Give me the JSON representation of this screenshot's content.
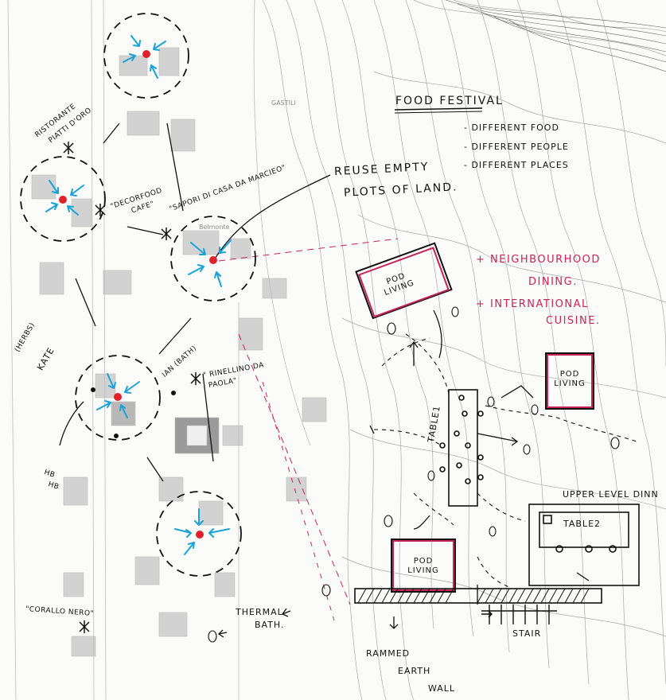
{
  "map": {
    "street_label": "GASTILI",
    "street_label_2": "Belmonte"
  },
  "festival": {
    "title": "FOOD FESTIVAL",
    "items": [
      "- DIFFERENT FOOD",
      "- DIFFERENT PEOPLE",
      "- DIFFERENT PLACES"
    ]
  },
  "notes": {
    "reuse_line1": "REUSE EMPTY",
    "reuse_line2": "PLOTS OF LAND.",
    "neighbourhood_1": "+ NEIGHBOURHOOD",
    "neighbourhood_2": "DINING.",
    "international_1": "+ INTERNATIONAL",
    "international_2": "CUISINE.",
    "upper_level": "UPPER LEVEL DINN",
    "rammed_1": "RAMMED",
    "rammed_2": "EARTH",
    "rammed_3": "WALL",
    "stair": "STAIR",
    "thermal_1": "THERMAL",
    "thermal_2": "BATH."
  },
  "places": {
    "ristorante_1": "RISTORANTE",
    "ristorante_2": "PIATTI D'ORO",
    "decorfood_1": "\"DECORFOOD",
    "decorfood_2": "CAFE\"",
    "sapori": "\"SAPORI DI CASA DA MARCIEO\"",
    "herbs": "(HERBS)",
    "kate": "KATE",
    "ian": "IAN (BATH)",
    "rinellino_1": "\" RINELLINO DA",
    "rinellino_2": "PAOLA\"",
    "hb_1": "HB",
    "hb_2": "HB",
    "corallo": "\"CORALLO NERO\""
  },
  "pods": {
    "pod1": "POD LIVING",
    "pod2": "POD LIVING",
    "pod3": "POD LIVING"
  },
  "tables": {
    "table1": "TABLE1",
    "table2": "TABLE2"
  },
  "colors": {
    "ink": "#111111",
    "pink": "#c8245a",
    "blue": "#1aa3d6",
    "dot_red": "#e0202a",
    "contour": "#9c9c9c"
  }
}
